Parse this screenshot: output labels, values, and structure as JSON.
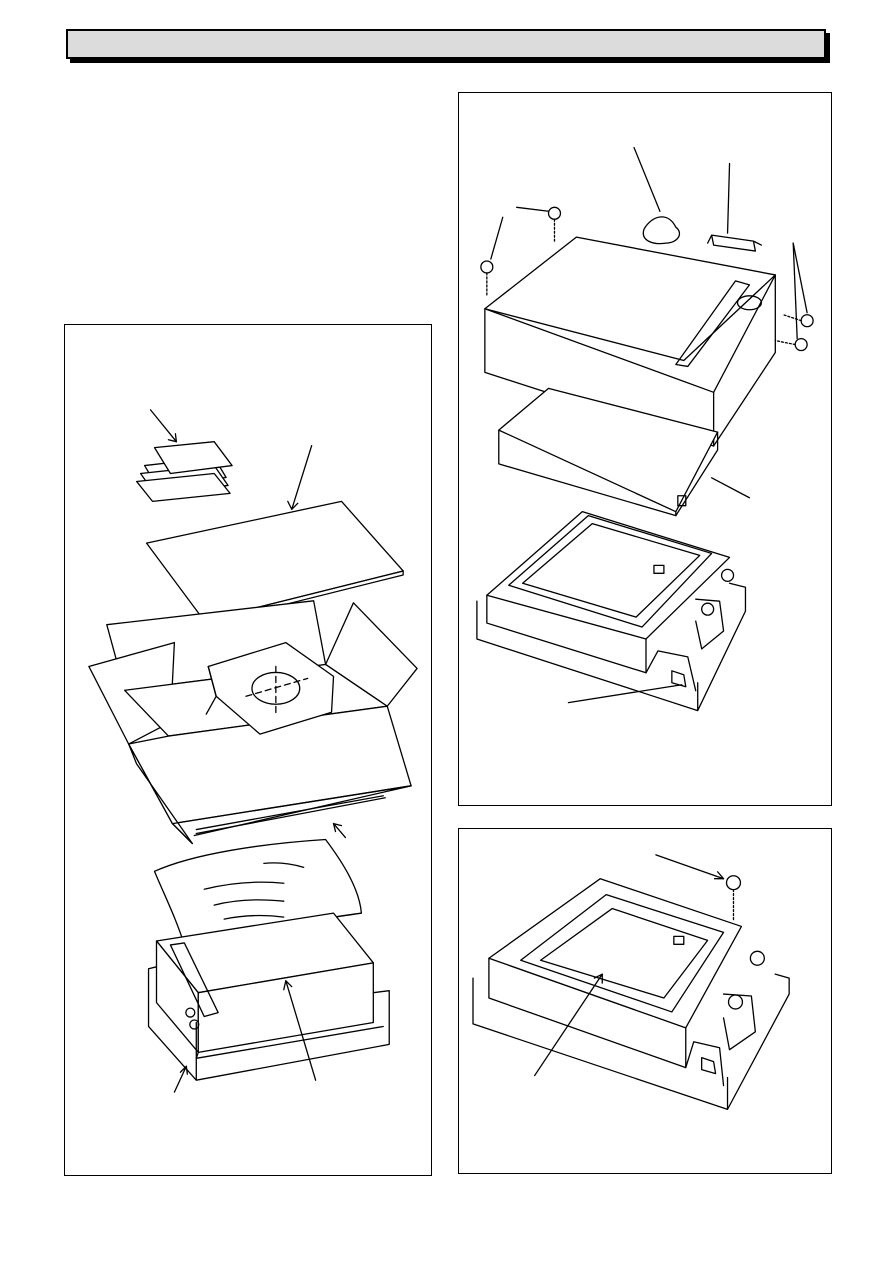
{
  "header": {
    "title": ""
  },
  "figures": [
    {
      "id": "packaging-contents"
    },
    {
      "id": "case-removal"
    },
    {
      "id": "cover-screw"
    }
  ]
}
